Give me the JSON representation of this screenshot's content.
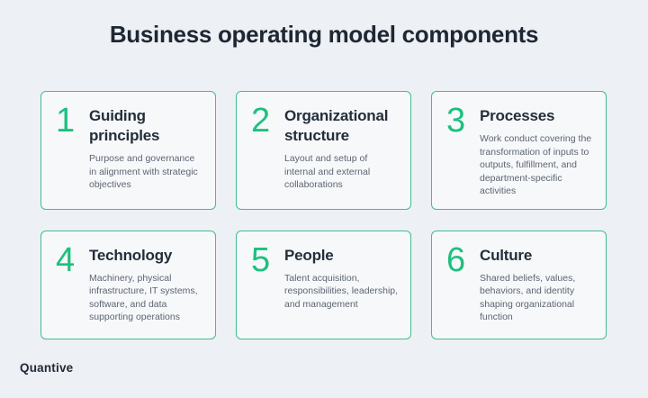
{
  "page": {
    "title": "Business operating model components",
    "brand": "Quantive"
  },
  "colors": {
    "background": "#edf0f4",
    "card_background": "#f6f8fa",
    "card_border": "#44bd8c",
    "accent_green": "#1ec07e",
    "heading_text": "#1e2733",
    "body_text": "#5d6572"
  },
  "cards": [
    {
      "number": "1",
      "title": "Guiding principles",
      "description": "Purpose and governance in alignment with strategic objectives"
    },
    {
      "number": "2",
      "title": "Organizational structure",
      "description": "Layout and setup of internal and external collaborations"
    },
    {
      "number": "3",
      "title": "Processes",
      "description": "Work conduct covering the transformation of inputs to outputs, fulfillment, and department-specific activities"
    },
    {
      "number": "4",
      "title": "Technology",
      "description": "Machinery, physical infrastructure, IT systems, software, and data supporting operations"
    },
    {
      "number": "5",
      "title": "People",
      "description": "Talent acquisition, responsibilities, leadership, and management"
    },
    {
      "number": "6",
      "title": "Culture",
      "description": "Shared beliefs, values, behaviors, and identity shaping organizational function"
    }
  ]
}
